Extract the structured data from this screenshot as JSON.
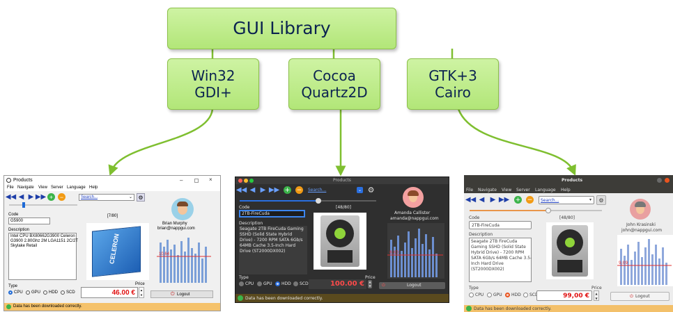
{
  "diagram": {
    "root": "GUI Library",
    "backends": [
      {
        "name": "win32",
        "lines": [
          "Win32",
          "GDI+"
        ]
      },
      {
        "name": "cocoa",
        "lines": [
          "Cocoa",
          "Quartz2D"
        ]
      },
      {
        "name": "gtk",
        "lines": [
          "GTK+3",
          "Cairo"
        ]
      }
    ]
  },
  "windows_app": {
    "title": "Products",
    "menu": [
      "File",
      "Navigate",
      "View",
      "Server",
      "Language",
      "Help"
    ],
    "search_placeholder": "Search...",
    "counter": "[7/80]",
    "code_label": "Code",
    "code_value": "G5900",
    "description_label": "Description",
    "description_lines": [
      "Intel CPU BX80662G3900 Celeron",
      "G3900 2.80Ghz 2M LGA1151 2C/2T",
      "Skylake Retail"
    ],
    "user_name": "Brian Murphy",
    "user_email": "brian@nappgui.com",
    "chart_value": "10.64",
    "type_label": "Type",
    "types": [
      "CPU",
      "GPU",
      "HDD",
      "SCD"
    ],
    "price_label": "Price",
    "price": "46.00 €",
    "logout": "Logout",
    "status": "Data has been downloaded correctly.",
    "box_label": "CELERON"
  },
  "cocoa_app": {
    "title": "Products",
    "search_placeholder": "Search...",
    "counter": "[48/80]",
    "code_label": "Code",
    "code_value": "2TB-FireCuda",
    "description_label": "Description",
    "description_lines": [
      "Seagate 2TB FireCuda Gaming",
      "SSHD (Solid State Hybrid",
      "Drive) - 7200 RPM SATA 6Gb/s",
      "64MB Cache 3.5-Inch Hard",
      "Drive (ST2000DX002)"
    ],
    "user_name": "Amanda Callister",
    "user_email": "amanda@nappgui.com",
    "chart_value": "8.63",
    "type_label": "Type",
    "types": [
      "CPU",
      "GPU",
      "HDD",
      "SCD"
    ],
    "price_label": "Price",
    "price": "100.00 €",
    "logout": "Logout",
    "status": "Data has been downloaded correctly."
  },
  "gtk_app": {
    "title": "Products",
    "menu": [
      "File",
      "Navigate",
      "View",
      "Server",
      "Language",
      "Help"
    ],
    "search_placeholder": "Search...",
    "counter": "[48/80]",
    "code_label": "Code",
    "code_value": "2TB-FireCuda",
    "description_label": "Description",
    "description_lines": [
      "Seagate 2TB FireCuda",
      "Gaming SSHD (Solid State",
      "Hybrid Drive) - 7200 RPM",
      "SATA 6Gb/s 64MB Cache 3.5-",
      "Inch Hard Drive",
      "(ST2000DX002)"
    ],
    "user_name": "John Krasinski",
    "user_email": "john@nappgui.com",
    "chart_value": "9,09",
    "type_label": "Type",
    "types": [
      "CPU",
      "GPU",
      "HDD",
      "SCD"
    ],
    "price_label": "Price",
    "price": "99,00 €",
    "logout": "Logout",
    "status": "Data has been downloaded correctly."
  },
  "colors": {
    "box_fill": "#b9e983",
    "box_border": "#8cc04a",
    "box_text": "#0b2350",
    "arrow": "#7fbf30",
    "price_red": "#e01010",
    "status_win": "#f5c26b",
    "status_cocoa": "#5a4a1e",
    "status_gtk": "#f3c06a"
  }
}
